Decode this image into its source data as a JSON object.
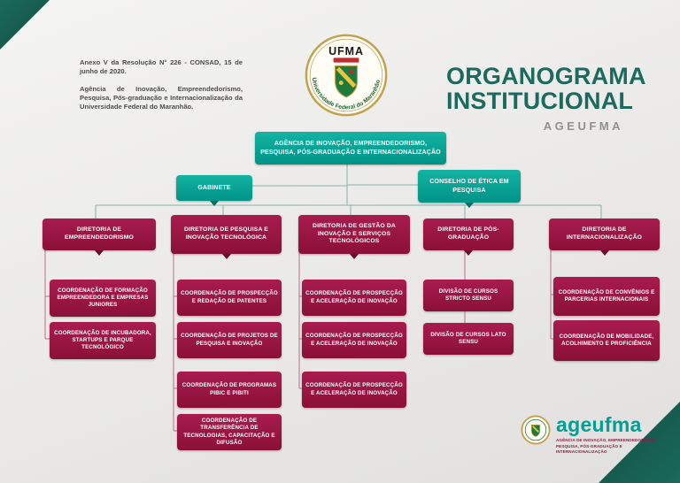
{
  "header": {
    "note1": "Anexo V da Resolução N° 226 - CONSAD, 15 de junho de 2020.",
    "note2": "Agência de Inovação, Empreendedorismo, Pesquisa, Pós-graduação e Internacionalização da Universidade Federal do Maranhão.",
    "title_line1": "ORGANOGRAMA",
    "title_line2": "INSTITUCIONAL",
    "subtitle": "AGEUFMA"
  },
  "ufma_seal": {
    "name": "UFMA",
    "ring_text": "Universidade Federal do Maranhão"
  },
  "chart": {
    "root": "AGÊNCIA DE INOVAÇÃO, EMPREENDEDORISMO, PESQUISA, PÓS-GRADUAÇÃO E INTERNACIONALIZAÇÃO",
    "staff": [
      "GABINETE",
      "CONSELHO DE ÉTICA EM PESQUISA"
    ],
    "directorates": [
      {
        "title": "DIRETORIA DE EMPREENDEDORISMO",
        "children": [
          "COORDENAÇÃO DE FORMAÇÃO EMPREENDEDORA E EMPRESAS JUNIORES",
          "COORDENAÇÃO DE INCUBADORA, STARTUPS E PARQUE TECNOLÓGICO"
        ]
      },
      {
        "title": "DIRETORIA DE PESQUISA E INOVAÇÃO TECNOLÓGICA",
        "children": [
          "COORDENAÇÃO DE PROSPECÇÃO E REDAÇÃO DE PATENTES",
          "COORDENAÇÃO DE PROJETOS DE PESQUISA E INOVAÇÃO",
          "COORDENAÇÃO DE PROGRAMAS PIBIC E PIBITI",
          "COORDENAÇÃO DE TRANSFERÊNCIA DE TECNOLOGIAS, CAPACITAÇÃO E DIFUSÃO"
        ]
      },
      {
        "title": "DIRETORIA DE GESTÃO DA INOVAÇÃO E SERVIÇOS TECNOLÓGICOS",
        "children": [
          "COORDENAÇÃO DE PROSPECÇÃO E ACELERAÇÃO DE INOVAÇÃO",
          "COORDENAÇÃO DE PROSPECÇÃO E ACELERAÇÃO DE INOVAÇÃO",
          "COORDENAÇÃO DE PROSPECÇÃO E ACELERAÇÃO DE INOVAÇÃO"
        ]
      },
      {
        "title": "DIRETORIA DE PÓS-GRADUAÇÃO",
        "children": [
          "DIVISÃO DE CURSOS STRICTO SENSU",
          "DIVISÃO DE CURSOS LATO SENSU"
        ]
      },
      {
        "title": "DIRETORIA DE INTERNACIONALIZAÇÃO",
        "children": [
          "COORDENAÇÃO DE CONVÊNIOS E PARCERIAS INTERNACIONAIS",
          "COORDENAÇÃO DE MOBILIDADE, ACOLHIMENTO E PROFICIÊNCIA"
        ]
      }
    ]
  },
  "footer_logo": {
    "wordmark": "ageufma",
    "tagline": "AGÊNCIA DE INOVAÇÃO, EMPREENDEDORISMO, PESQUISA, PÓS-GRADUAÇÃO E INTERNACIONALIZAÇÃO"
  },
  "colors": {
    "teal": "#00a096",
    "maroon": "#97173f",
    "title_teal": "#1c6a5e",
    "corner_teal": "#1a6a5c"
  }
}
